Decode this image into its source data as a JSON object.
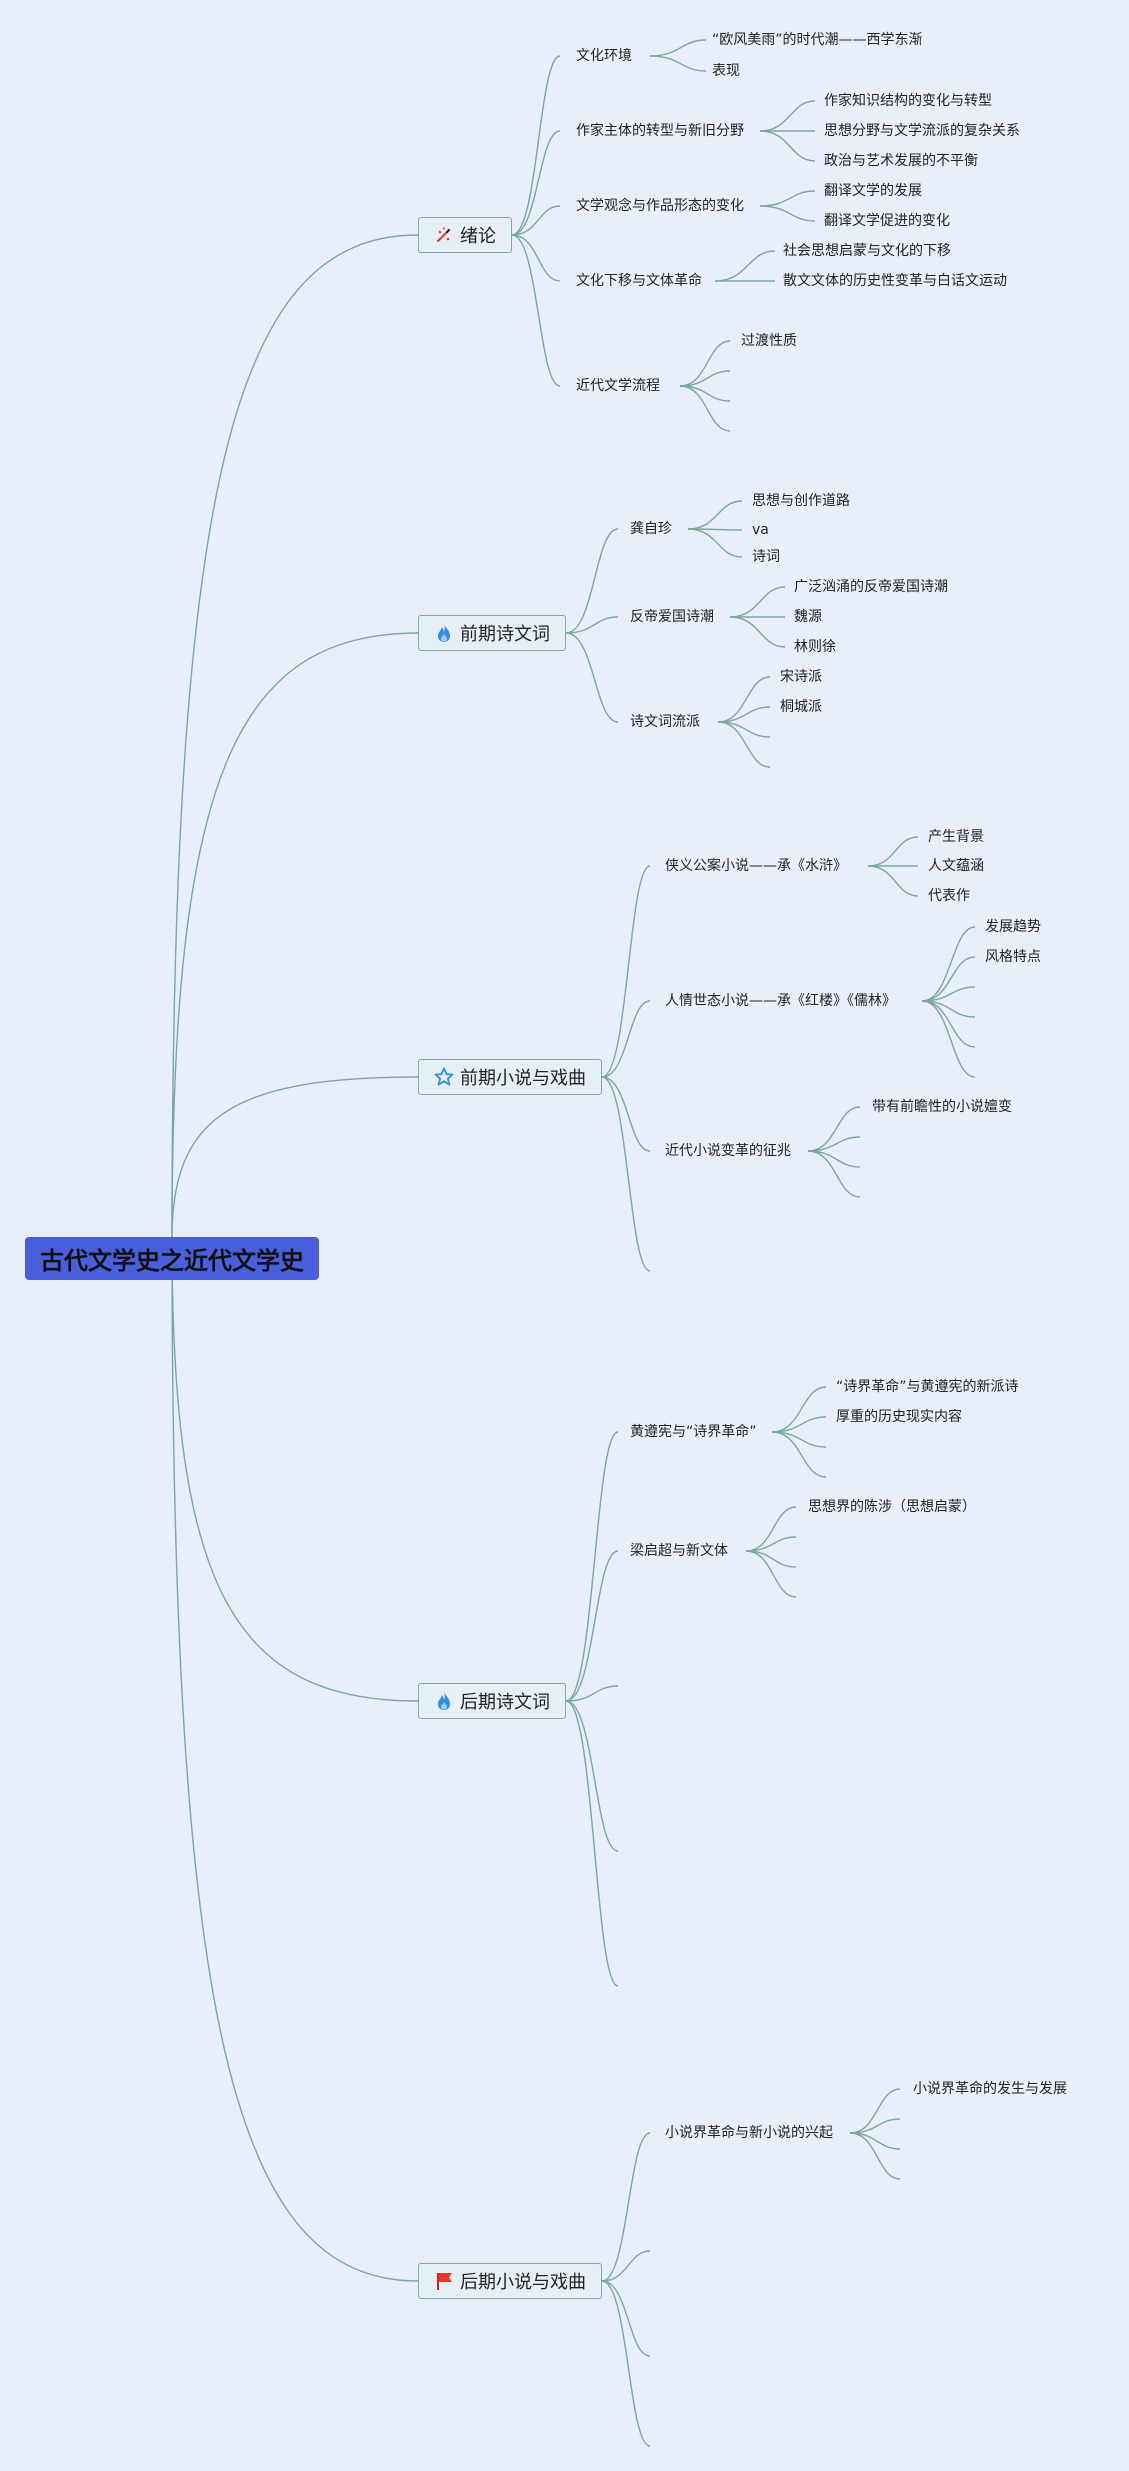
{
  "root": "古代文学史之近代文学史",
  "branches": {
    "b1": {
      "title": "绪论",
      "icon": "pencil-sparkle-icon",
      "children": [
        {
          "label": "文化环境",
          "children": [
            "“欧风美雨”的时代潮——西学东渐",
            "表现"
          ]
        },
        {
          "label": "作家主体的转型与新旧分野",
          "children": [
            "作家知识结构的变化与转型",
            "思想分野与文学流派的复杂关系",
            "政治与艺术发展的不平衡"
          ]
        },
        {
          "label": "文学观念与作品形态的变化",
          "children": [
            "翻译文学的发展",
            "翻译文学促进的变化"
          ]
        },
        {
          "label": "文化下移与文体革命",
          "children": [
            "社会思想启蒙与文化的下移",
            "散文文体的历史性变革与白话文运动"
          ]
        },
        {
          "label": "近代文学流程",
          "children": [
            "过渡性质"
          ]
        }
      ]
    },
    "b2": {
      "title": "前期诗文词",
      "icon": "flame-icon",
      "children": [
        {
          "label": "龚自珍",
          "children": [
            "思想与创作道路",
            "va",
            "诗词"
          ]
        },
        {
          "label": "反帝爱国诗潮",
          "children": [
            "广泛汹涌的反帝爱国诗潮",
            "魏源",
            "林则徐"
          ]
        },
        {
          "label": "诗文词流派",
          "children": [
            "宋诗派",
            "桐城派"
          ]
        }
      ]
    },
    "b3": {
      "title": "前期小说与戏曲",
      "icon": "star-icon",
      "children": [
        {
          "label": "侠义公案小说——承《水浒》",
          "children": [
            "产生背景",
            "人文蕴涵",
            "代表作"
          ]
        },
        {
          "label": "人情世态小说——承《红楼》《儒林》",
          "children": [
            "发展趋势",
            "风格特点"
          ]
        },
        {
          "label": "近代小说变革的征兆",
          "children": [
            "带有前瞻性的小说嬗变"
          ]
        }
      ]
    },
    "b4": {
      "title": "后期诗文词",
      "icon": "flame-icon",
      "children": [
        {
          "label": "黄遵宪与“诗界革命”",
          "children": [
            "“诗界革命”与黄遵宪的新派诗",
            "厚重的历史现实内容"
          ]
        },
        {
          "label": "梁启超与新文体",
          "children": [
            "思想界的陈涉（思想启蒙）"
          ]
        }
      ]
    },
    "b5": {
      "title": "后期小说与戏曲",
      "icon": "flag-icon",
      "children": [
        {
          "label": "小说界革命与新小说的兴起",
          "children": [
            "小说界革命的发生与发展"
          ]
        }
      ]
    }
  },
  "colors": {
    "root_fill": "#4a5fdc",
    "line": "#7aa79c",
    "node_border": "#7ea9a9",
    "background": "#e9eefb"
  }
}
